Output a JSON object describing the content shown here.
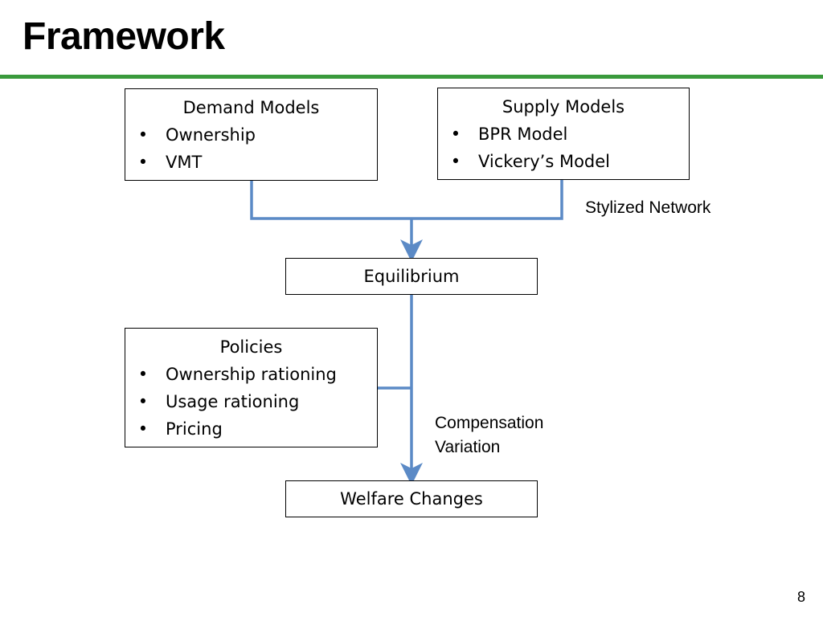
{
  "slide": {
    "title": "Framework",
    "page_number": "8",
    "accent_color": "#3a9a3c",
    "connector_color": "#5b8ac6"
  },
  "boxes": {
    "demand": {
      "heading": "Demand Models",
      "items": [
        "Ownership",
        "VMT"
      ]
    },
    "supply": {
      "heading": "Supply Models",
      "items": [
        "BPR Model",
        "Vickery’s Model"
      ]
    },
    "equilibrium": {
      "label": "Equilibrium"
    },
    "policies": {
      "heading": "Policies",
      "items": [
        "Ownership rationing",
        "Usage rationing",
        "Pricing"
      ]
    },
    "welfare": {
      "label": "Welfare Changes"
    }
  },
  "annotations": {
    "stylized_network": "Stylized Network",
    "compensation_line1": "Compensation",
    "compensation_line2": "Variation"
  },
  "bullet_glyph": "•"
}
